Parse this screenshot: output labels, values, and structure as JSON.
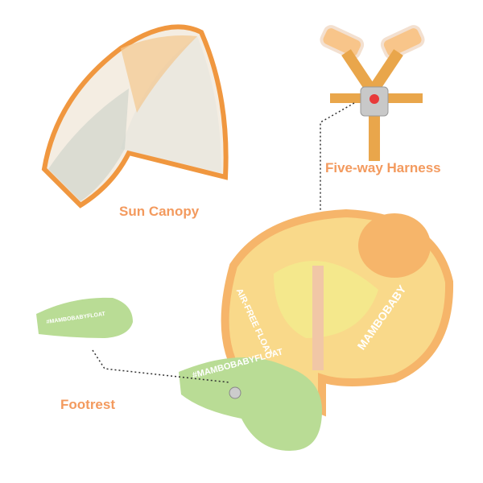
{
  "labels": {
    "sun_canopy": "Sun Canopy",
    "harness": "Five-way Harness",
    "footrest": "Footrest"
  },
  "product_print": {
    "brand": "MAMBOBABY",
    "tag": "#MAMBOBABYFLOAT",
    "side_text": "AIR-FREE FLOAT"
  },
  "colors": {
    "label": "#F39A5E",
    "float_orange": "#F6B56A",
    "float_yellow": "#F9D98A",
    "footrest_green": "#B9DC95",
    "canopy_frame": "#F0973F",
    "harness_strap": "#E9A64B"
  }
}
